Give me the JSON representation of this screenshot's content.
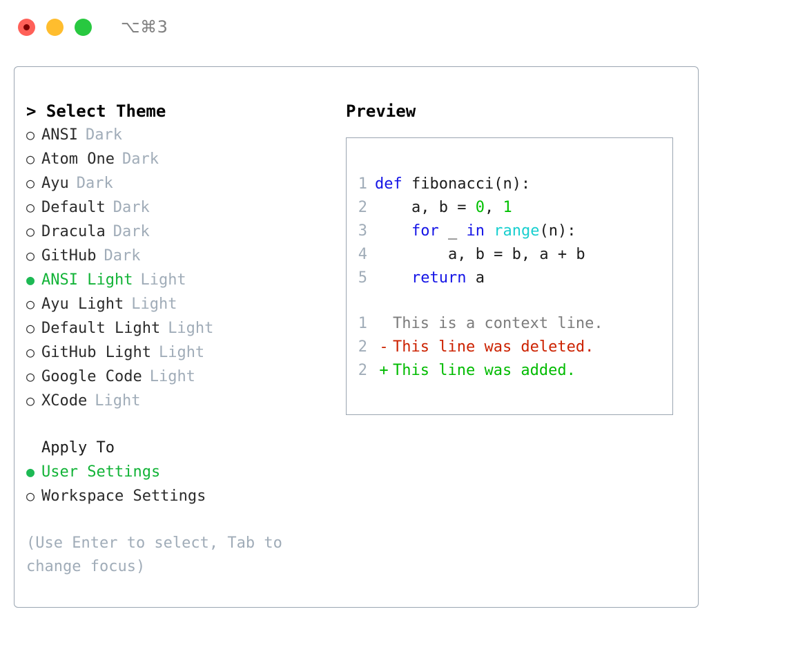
{
  "titlebar": {
    "shortcut": "⌥⌘3",
    "buttons": {
      "close_label": "close",
      "minimize_label": "minimize",
      "maximize_label": "maximize"
    }
  },
  "theme_picker": {
    "heading": "> Select Theme",
    "cursor_glyph": ">",
    "bullet_selected": "●",
    "bullet_unselected": "○",
    "selected_color": "#12b337",
    "items": [
      {
        "name": "ANSI",
        "variant": "Dark",
        "selected": false,
        "bullet": "○"
      },
      {
        "name": "Atom One",
        "variant": "Dark",
        "selected": false,
        "bullet": "○"
      },
      {
        "name": "Ayu",
        "variant": "Dark",
        "selected": false,
        "bullet": "○"
      },
      {
        "name": "Default",
        "variant": "Dark",
        "selected": false,
        "bullet": "○"
      },
      {
        "name": "Dracula",
        "variant": "Dark",
        "selected": false,
        "bullet": "○"
      },
      {
        "name": "GitHub",
        "variant": "Dark",
        "selected": false,
        "bullet": "○"
      },
      {
        "name": "ANSI Light",
        "variant": "Light",
        "selected": true,
        "bullet": "●"
      },
      {
        "name": "Ayu Light",
        "variant": "Light",
        "selected": false,
        "bullet": "○"
      },
      {
        "name": "Default Light",
        "variant": "Light",
        "selected": false,
        "bullet": "○"
      },
      {
        "name": "GitHub Light",
        "variant": "Light",
        "selected": false,
        "bullet": "○"
      },
      {
        "name": "Google Code",
        "variant": "Light",
        "selected": false,
        "bullet": "○"
      },
      {
        "name": "XCode",
        "variant": "Light",
        "selected": false,
        "bullet": "○"
      }
    ]
  },
  "apply_to": {
    "heading": "Apply To",
    "items": [
      {
        "name": "User Settings",
        "selected": true,
        "bullet": "●"
      },
      {
        "name": "Workspace Settings",
        "selected": false,
        "bullet": "○"
      }
    ]
  },
  "hint": "(Use Enter to select, Tab to change focus)",
  "preview": {
    "title": "Preview",
    "code_lines": [
      {
        "n": "1",
        "tokens": [
          {
            "t": "def",
            "c": "kw"
          },
          {
            "t": " fibonacci(n):",
            "c": "plainc"
          }
        ]
      },
      {
        "n": "2",
        "tokens": [
          {
            "t": "    a, b = ",
            "c": "plainc"
          },
          {
            "t": "0",
            "c": "num"
          },
          {
            "t": ", ",
            "c": "plainc"
          },
          {
            "t": "1",
            "c": "num"
          }
        ]
      },
      {
        "n": "3",
        "tokens": [
          {
            "t": "    ",
            "c": "plainc"
          },
          {
            "t": "for",
            "c": "kw"
          },
          {
            "t": " _ ",
            "c": "plainc"
          },
          {
            "t": "in",
            "c": "kw"
          },
          {
            "t": " ",
            "c": "plainc"
          },
          {
            "t": "range",
            "c": "fn"
          },
          {
            "t": "(n):",
            "c": "plainc"
          }
        ]
      },
      {
        "n": "4",
        "tokens": [
          {
            "t": "        a, b = b, a + b",
            "c": "plainc"
          }
        ]
      },
      {
        "n": "5",
        "tokens": [
          {
            "t": "    ",
            "c": "plainc"
          },
          {
            "t": "return",
            "c": "kw"
          },
          {
            "t": " a",
            "c": "plainc"
          }
        ]
      }
    ],
    "diff_lines": [
      {
        "n": "1",
        "mark": " ",
        "text": "This is a context line.",
        "kind": "ctx"
      },
      {
        "n": "2",
        "mark": "-",
        "text": "This line was deleted.",
        "kind": "del"
      },
      {
        "n": "2",
        "mark": "+",
        "text": "This line was added.",
        "kind": "add"
      }
    ]
  },
  "colors": {
    "keyword": "#1414e6",
    "function": "#18cfcf",
    "number": "#00c000",
    "diff_added": "#00bb00",
    "diff_deleted": "#cc2200",
    "diff_context": "#7c7c7c",
    "muted": "#a0acb8",
    "border": "#9aa5b1",
    "accent_green": "#12b337"
  }
}
